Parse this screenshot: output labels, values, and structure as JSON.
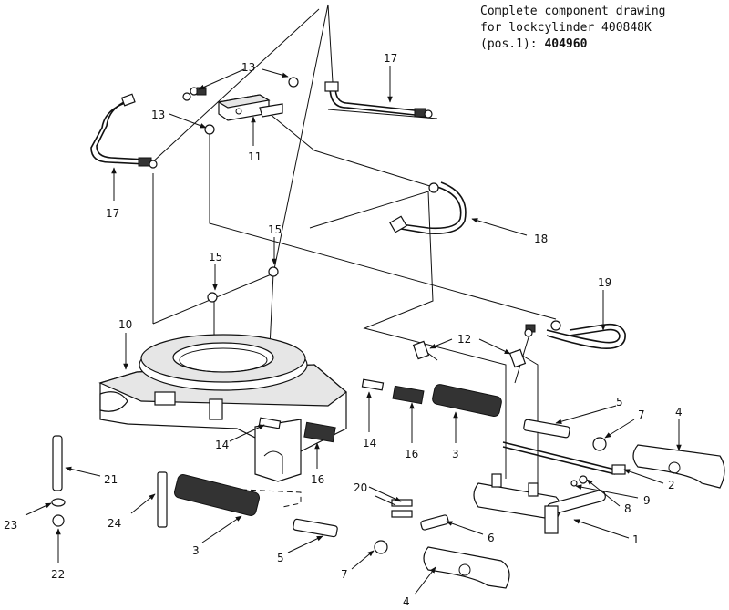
{
  "title": {
    "line1": "Complete component drawing",
    "line2": "for lockcylinder 400848K",
    "line3_prefix": "(pos.1): ",
    "line3_code": "404960"
  },
  "callouts": {
    "c1": "1",
    "c2": "2",
    "c3a": "3",
    "c3b": "3",
    "c4a": "4",
    "c4b": "4",
    "c5a": "5",
    "c5b": "5",
    "c6": "6",
    "c7a": "7",
    "c7b": "7",
    "c8": "8",
    "c9": "9",
    "c10": "10",
    "c11": "11",
    "c12": "12",
    "c13a": "13",
    "c13b": "13",
    "c14a": "14",
    "c14b": "14",
    "c15a": "15",
    "c15b": "15",
    "c16a": "16",
    "c16b": "16",
    "c17a": "17",
    "c17b": "17",
    "c18": "18",
    "c19": "19",
    "c20": "20",
    "c21": "21",
    "c22": "22",
    "c23": "23",
    "c24": "24"
  }
}
